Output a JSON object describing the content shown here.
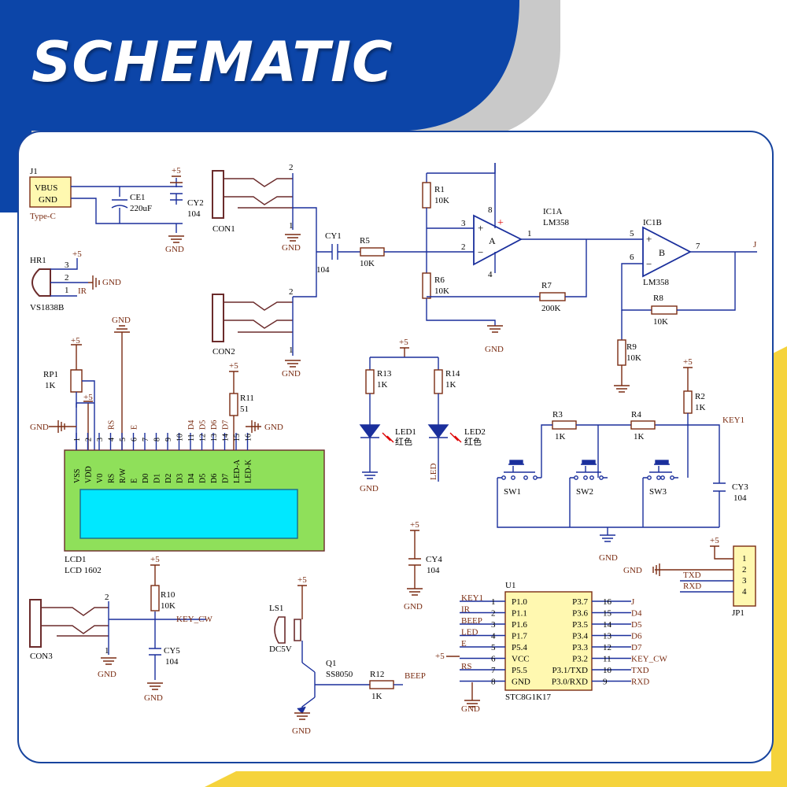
{
  "header": {
    "title": "SCHEMATIC"
  },
  "theme": {
    "blue": "#0c45a8",
    "gray": "#c9c9c9",
    "yellow": "#f5d33c",
    "wire": "#1a2f9c",
    "label": "#7a2c12",
    "lcd_frame": "#8fe05a",
    "lcd_screen": "#00e8ff",
    "jack": "#6b2b2b"
  },
  "schematic": {
    "j1": {
      "ref": "J1",
      "pin1": "VBUS",
      "pin2": "GND",
      "type": "Type-C"
    },
    "ce1": {
      "ref": "CE1",
      "value": "220uF"
    },
    "cy2": {
      "ref": "CY2",
      "value": "104"
    },
    "ir1": {
      "ref": "HR1",
      "model": "VS1838B",
      "pin3": "3",
      "pin2": "2",
      "pin1": "1",
      "net": "IR"
    },
    "con1": {
      "ref": "CON1",
      "pin2": "2",
      "pin1": "1"
    },
    "con2": {
      "ref": "CON2",
      "pin2": "2",
      "pin1": "1"
    },
    "con3": {
      "ref": "CON3",
      "pin2": "2",
      "pin1": "1"
    },
    "cy1": {
      "ref": "CY1",
      "value": "104"
    },
    "r5": {
      "ref": "R5",
      "value": "10K"
    },
    "r1": {
      "ref": "R1",
      "value": "10K"
    },
    "r6": {
      "ref": "R6",
      "value": "10K"
    },
    "r7": {
      "ref": "R7",
      "value": "200K"
    },
    "ic1a": {
      "ref": "IC1A",
      "model": "LM358",
      "label": "A",
      "pin3": "3",
      "pin2": "2",
      "pin1": "1",
      "pin8": "8",
      "pin4": "4"
    },
    "ic1b": {
      "ref": "IC1B",
      "model": "LM358",
      "label": "B",
      "pin5": "5",
      "pin6": "6",
      "pin7": "7"
    },
    "r8": {
      "ref": "R8",
      "value": "10K"
    },
    "r9": {
      "ref": "R9",
      "value": "10K"
    },
    "net_j": "J",
    "rp1": {
      "ref": "RP1",
      "value": "1K"
    },
    "r11": {
      "ref": "R11",
      "value": "51"
    },
    "lcd": {
      "ref": "LCD1",
      "model": "LCD 1602",
      "pin_numbers": [
        "1",
        "2",
        "3",
        "4",
        "5",
        "6",
        "7",
        "8",
        "9",
        "10",
        "11",
        "12",
        "13",
        "14",
        "15",
        "16"
      ],
      "pin_names": [
        "VSS",
        "VDD",
        "V0",
        "RS",
        "R/W",
        "E",
        "D0",
        "D1",
        "D2",
        "D3",
        "D4",
        "D5",
        "D6",
        "D7",
        "LED-A",
        "LED-K"
      ],
      "pin_nets": [
        "",
        "",
        "",
        "RS",
        "",
        "E",
        "",
        "",
        "",
        "",
        "D4",
        "D5",
        "D6",
        "D7",
        "",
        ""
      ]
    },
    "r13": {
      "ref": "R13",
      "value": "1K"
    },
    "r14": {
      "ref": "R14",
      "value": "1K"
    },
    "led1": {
      "ref": "LED1",
      "color": "红色"
    },
    "led2": {
      "ref": "LED2",
      "color": "红色",
      "net": "LED"
    },
    "r3": {
      "ref": "R3",
      "value": "1K"
    },
    "r4": {
      "ref": "R4",
      "value": "1K"
    },
    "r2": {
      "ref": "R2",
      "value": "1K"
    },
    "key1_net": "KEY1",
    "cy3": {
      "ref": "CY3",
      "value": "104"
    },
    "sw": [
      "SW1",
      "SW2",
      "SW3"
    ],
    "cy4": {
      "ref": "CY4",
      "value": "104"
    },
    "jp1": {
      "ref": "JP1",
      "pins": [
        "1",
        "2",
        "3",
        "4"
      ],
      "nets": [
        "TXD",
        "RXD"
      ]
    },
    "r10": {
      "ref": "R10",
      "value": "10K",
      "net": "KEY_CW"
    },
    "cy5": {
      "ref": "CY5",
      "value": "104"
    },
    "ls1": {
      "ref": "LS1",
      "value": "DC5V"
    },
    "q1": {
      "ref": "Q1",
      "model": "SS8050"
    },
    "r12": {
      "ref": "R12",
      "value": "1K",
      "net": "BEEP"
    },
    "u1": {
      "ref": "U1",
      "model": "STC8G1K17",
      "left_nets": [
        "KEY1",
        "IR",
        "BEEP",
        "LED",
        "E",
        "",
        "RS",
        ""
      ],
      "left_num": [
        "1",
        "2",
        "3",
        "4",
        "5",
        "6",
        "7",
        "8"
      ],
      "left_pins": [
        "P1.0",
        "P1.1",
        "P1.6",
        "P1.7",
        "P5.4",
        "VCC",
        "P5.5",
        "GND"
      ],
      "right_pins": [
        "P3.7",
        "P3.6",
        "P3.5",
        "P3.4",
        "P3.3",
        "P3.2",
        "P3.1/TXD",
        "P3.0/RXD"
      ],
      "right_num": [
        "16",
        "15",
        "14",
        "13",
        "12",
        "11",
        "10",
        "9"
      ],
      "right_nets": [
        "J",
        "D4",
        "D5",
        "D6",
        "D7",
        "KEY_CW",
        "TXD",
        "RXD"
      ]
    },
    "power_labels": {
      "plus5": "+5",
      "gnd": "GND"
    }
  }
}
